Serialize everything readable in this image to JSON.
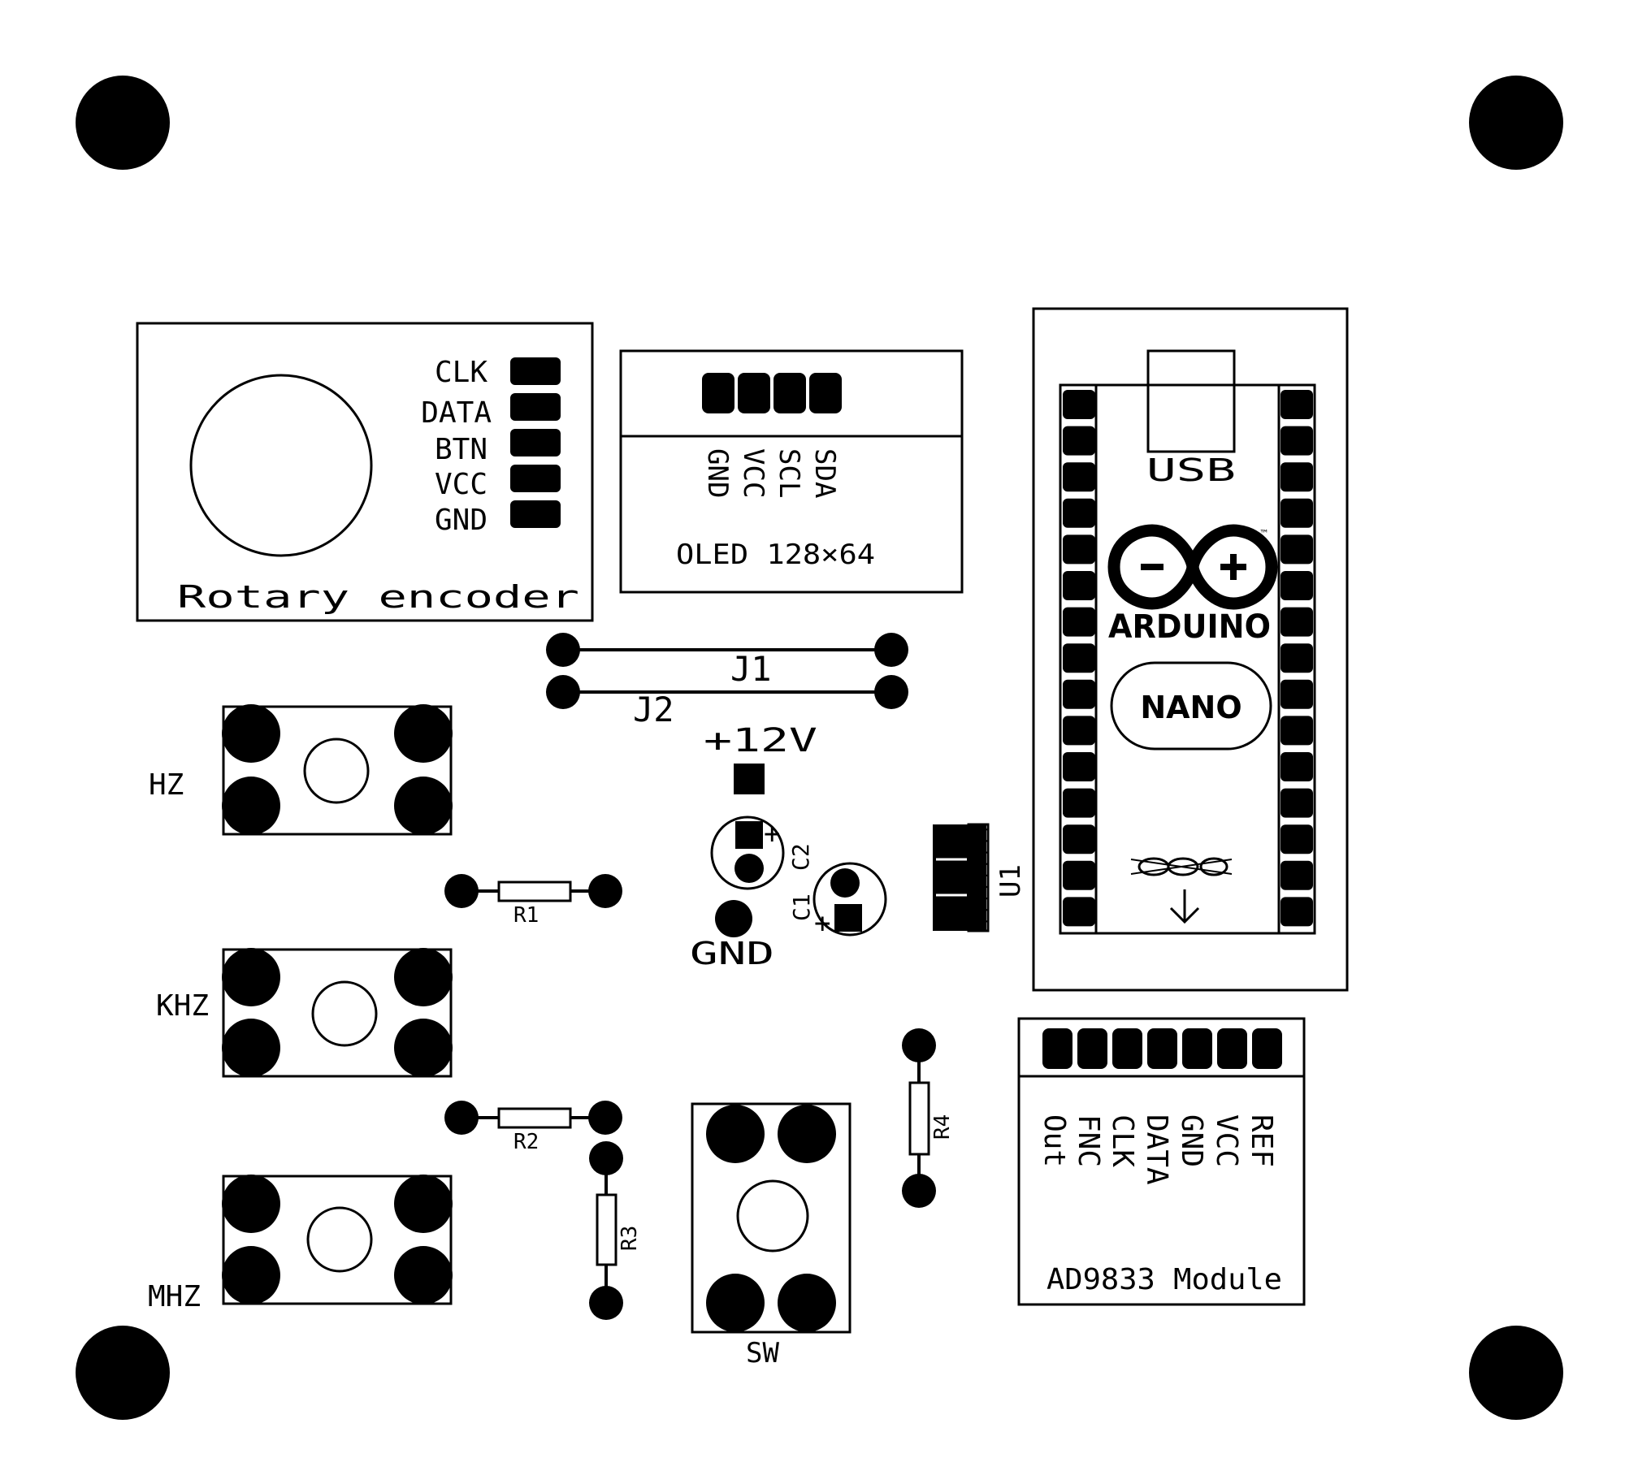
{
  "encoder": {
    "pins": [
      "CLK",
      "DATA",
      "BTN",
      "VCC",
      "GND"
    ],
    "title": "Rotary encoder"
  },
  "oled": {
    "pins": [
      "GND",
      "VCC",
      "SCL",
      "SDA"
    ],
    "title": "OLED 128×64"
  },
  "jumpers": {
    "j1": "J1",
    "j2": "J2"
  },
  "power": {
    "v12": "+12V",
    "gnd": "GND"
  },
  "caps": {
    "c1": "C1",
    "c2": "C2"
  },
  "regulator": {
    "label": "U1"
  },
  "resistors": {
    "r1": "R1",
    "r2": "R2",
    "r3": "R3",
    "r4": "R4"
  },
  "buttons": {
    "hz": "HZ",
    "khz": "KHZ",
    "mhz": "MHZ",
    "sw": "SW"
  },
  "nano": {
    "usb": "USB",
    "brand": "ARDUINO",
    "model": "NANO",
    "tm": "™"
  },
  "ad9833": {
    "pins": [
      "Out",
      "FNC",
      "CLK",
      "DATA",
      "GND",
      "VCC",
      "REF"
    ],
    "title": "AD9833 Module"
  }
}
